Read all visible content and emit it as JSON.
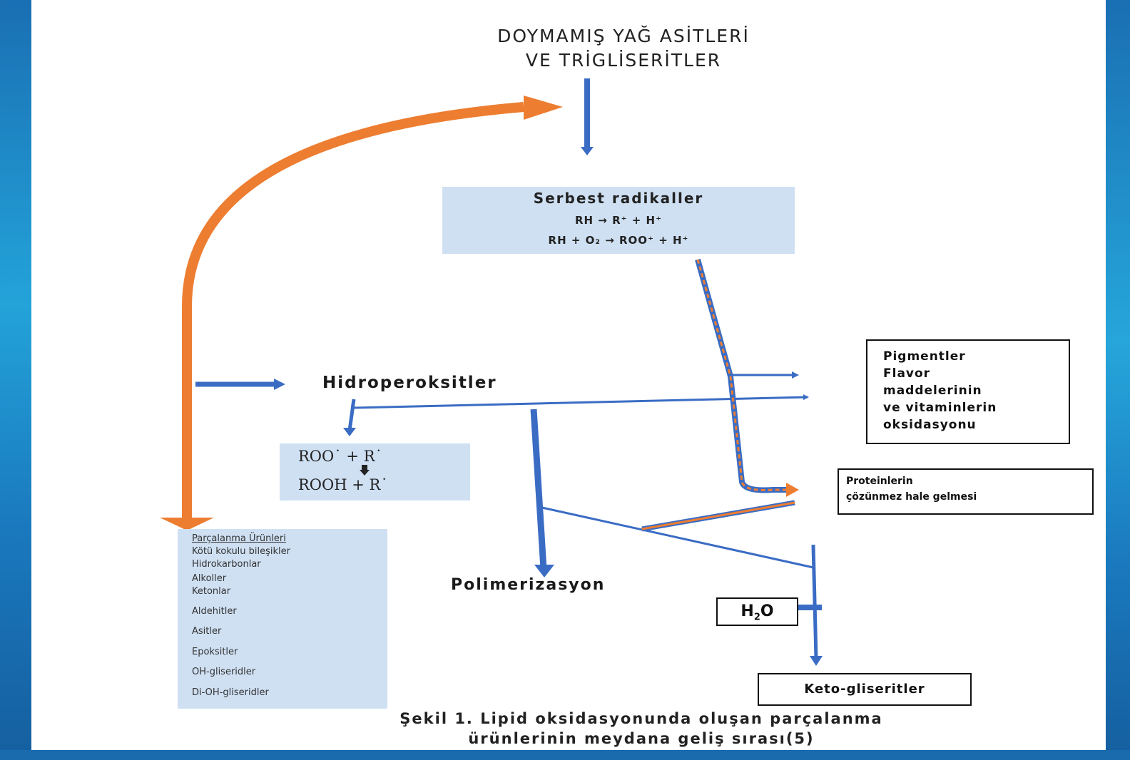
{
  "title": {
    "line1": "DOYMAMIŞ YAĞ ASİTLERİ",
    "line2": "VE TRİGLİSERİTLER"
  },
  "radicals": {
    "heading": "Serbest radikaller",
    "eq1": "RH → R⁺ + H⁺",
    "eq2": "RH + O₂ → ROO⁺ +  H⁺"
  },
  "hydroperoxides": "Hidroperoksitler",
  "roo_box": {
    "line1": "ROO˙ + R˙",
    "line2": "ROOH + R˙"
  },
  "products": {
    "heading": "Parçalanma Ürünleri",
    "items": [
      "Kötü kokulu bileşikler",
      "Hidrokarbonlar",
      "Alkoller",
      "Ketonlar",
      "Aldehitler",
      "Asitler",
      "Epoksitler",
      "OH-gliseridler",
      "Di-OH-gliseridler"
    ]
  },
  "pigments": {
    "lines": [
      "Pigmentler",
      "Flavor",
      "maddelerinin",
      "ve vitaminlerin",
      "oksidasyonu"
    ]
  },
  "proteins": {
    "line1": "Proteinlerin",
    "line2": "çözünmez hale gelmesi"
  },
  "polymerization": "Polimerizasyon",
  "water": {
    "main": "H",
    "sub": "2",
    "tail": "O"
  },
  "keto": "Keto-gliseritler",
  "caption": {
    "line1": "Şekil 1. Lipid oksidasyonunda oluşan parçalanma",
    "line2": "ürünlerinin meydana geliş sırası(5)"
  },
  "colors": {
    "arrow_blue": "#3a6cc4",
    "arrow_orange": "#ed7d31",
    "box_fill": "#cfe0f3"
  }
}
